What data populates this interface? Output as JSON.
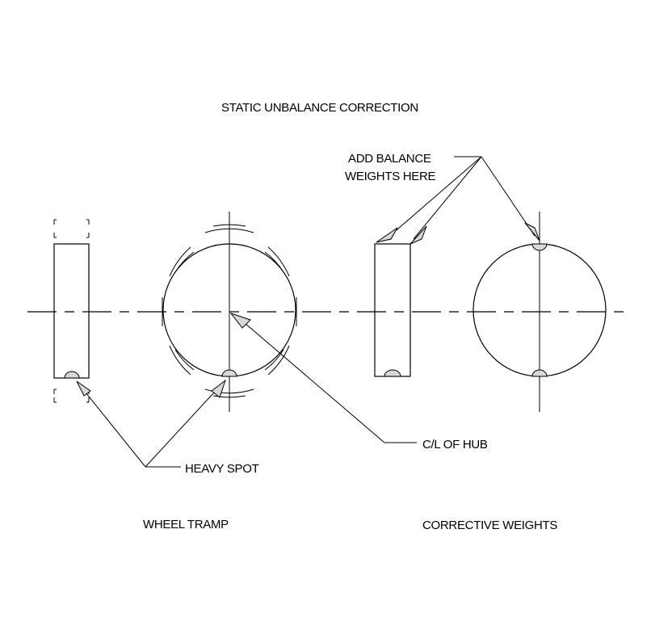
{
  "title": "STATIC UNBALANCE CORRECTION",
  "labels": {
    "add_weights_line1": "ADD BALANCE",
    "add_weights_line2": "WEIGHTS HERE",
    "heavy_spot": "HEAVY SPOT",
    "cl_of_hub": "C/L OF HUB",
    "wheel_tramp": "WHEEL TRAMP",
    "corrective_weights": "CORRECTIVE WEIGHTS"
  },
  "colors": {
    "line": "#000000",
    "fill": "#d8d8d8",
    "background": "#ffffff"
  }
}
